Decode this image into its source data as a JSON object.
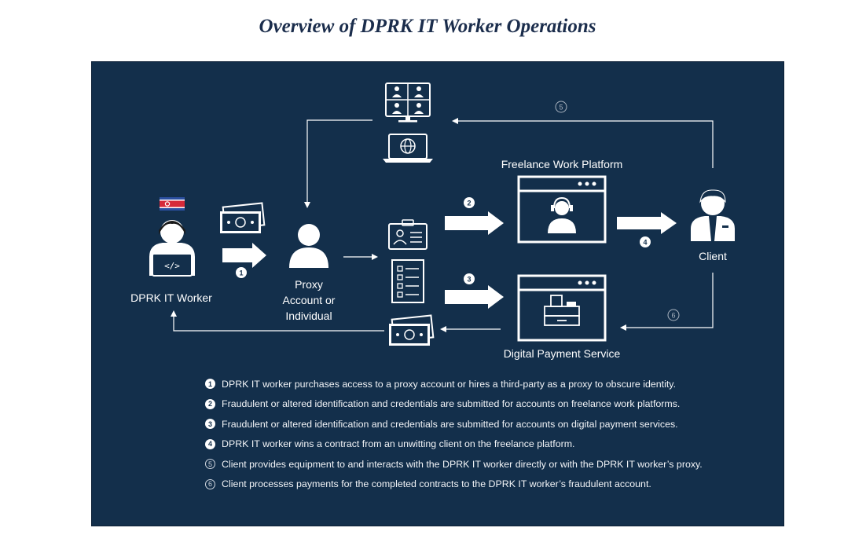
{
  "title": "Overview of DPRK IT Worker Operations",
  "labels": {
    "dprk_worker": "DPRK IT Worker",
    "proxy_line1": "Proxy",
    "proxy_line2": "Account or",
    "proxy_line3": "Individual",
    "freelance": "Freelance Work Platform",
    "client": "Client",
    "payment": "Digital Payment Service"
  },
  "steps": [
    "1",
    "2",
    "3",
    "4",
    "5",
    "6"
  ],
  "legend": [
    {
      "num": "1",
      "style": "filled",
      "text": "DPRK IT worker purchases access to a proxy account or hires a third-party as a proxy to obscure identity."
    },
    {
      "num": "2",
      "style": "filled",
      "text": "Fraudulent or altered identification and credentials are submitted for accounts on freelance work platforms."
    },
    {
      "num": "3",
      "style": "filled",
      "text": "Fraudulent or altered identification and credentials are submitted for accounts on digital payment services."
    },
    {
      "num": "4",
      "style": "filled",
      "text": "DPRK IT worker wins a contract from an unwitting client on the freelance platform."
    },
    {
      "num": "5",
      "style": "outline",
      "text": "Client provides equipment to and interacts with the DPRK IT worker directly or with the DPRK IT worker’s proxy."
    },
    {
      "num": "6",
      "style": "outline",
      "text": "Client processes payments for the completed contracts to the DPRK IT worker’s fraudulent account."
    }
  ],
  "colors": {
    "panel": "#132f4b",
    "title": "#1b2d4c",
    "flag_red": "#d62a3a",
    "flag_blue": "#2b4fa0"
  }
}
